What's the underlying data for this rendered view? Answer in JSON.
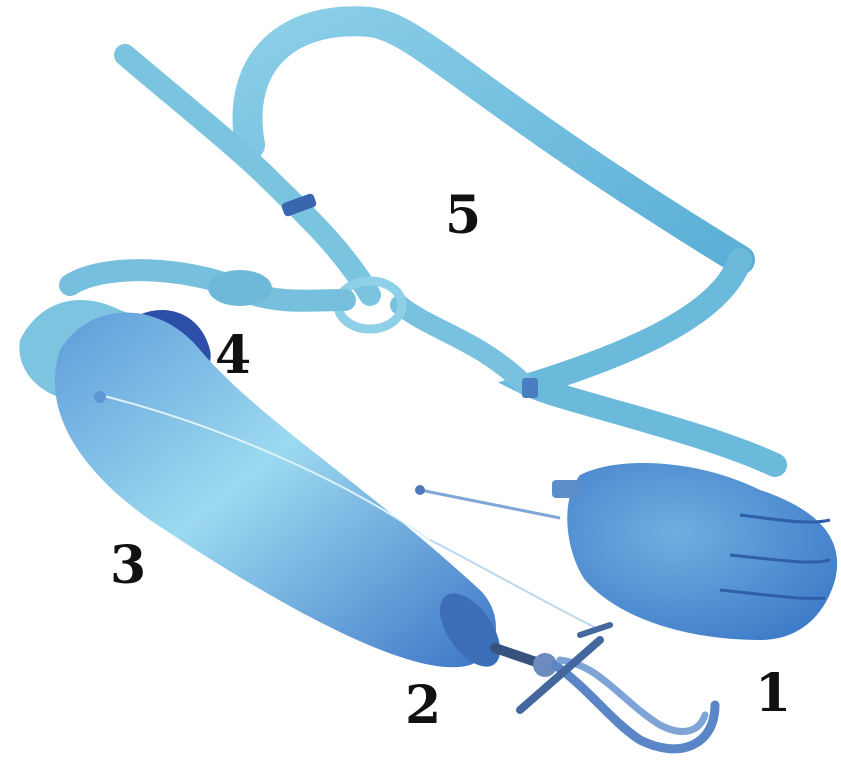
{
  "labels": [
    {
      "id": "1",
      "text": "1"
    },
    {
      "id": "2",
      "text": "2"
    },
    {
      "id": "3",
      "text": "3"
    },
    {
      "id": "4",
      "text": "4"
    },
    {
      "id": "5",
      "text": "5"
    }
  ],
  "colors": {
    "strap": "#74C1DE",
    "strap_dark": "#4C9EC8",
    "socket_light": "#8FD3EA",
    "socket_dark": "#3C77C9",
    "hand": "#4E8FD2",
    "hook": "#5A86C7",
    "label": "#111111"
  },
  "parts": [
    "hand",
    "hook",
    "forearm-socket",
    "upper-cuff",
    "harness"
  ]
}
